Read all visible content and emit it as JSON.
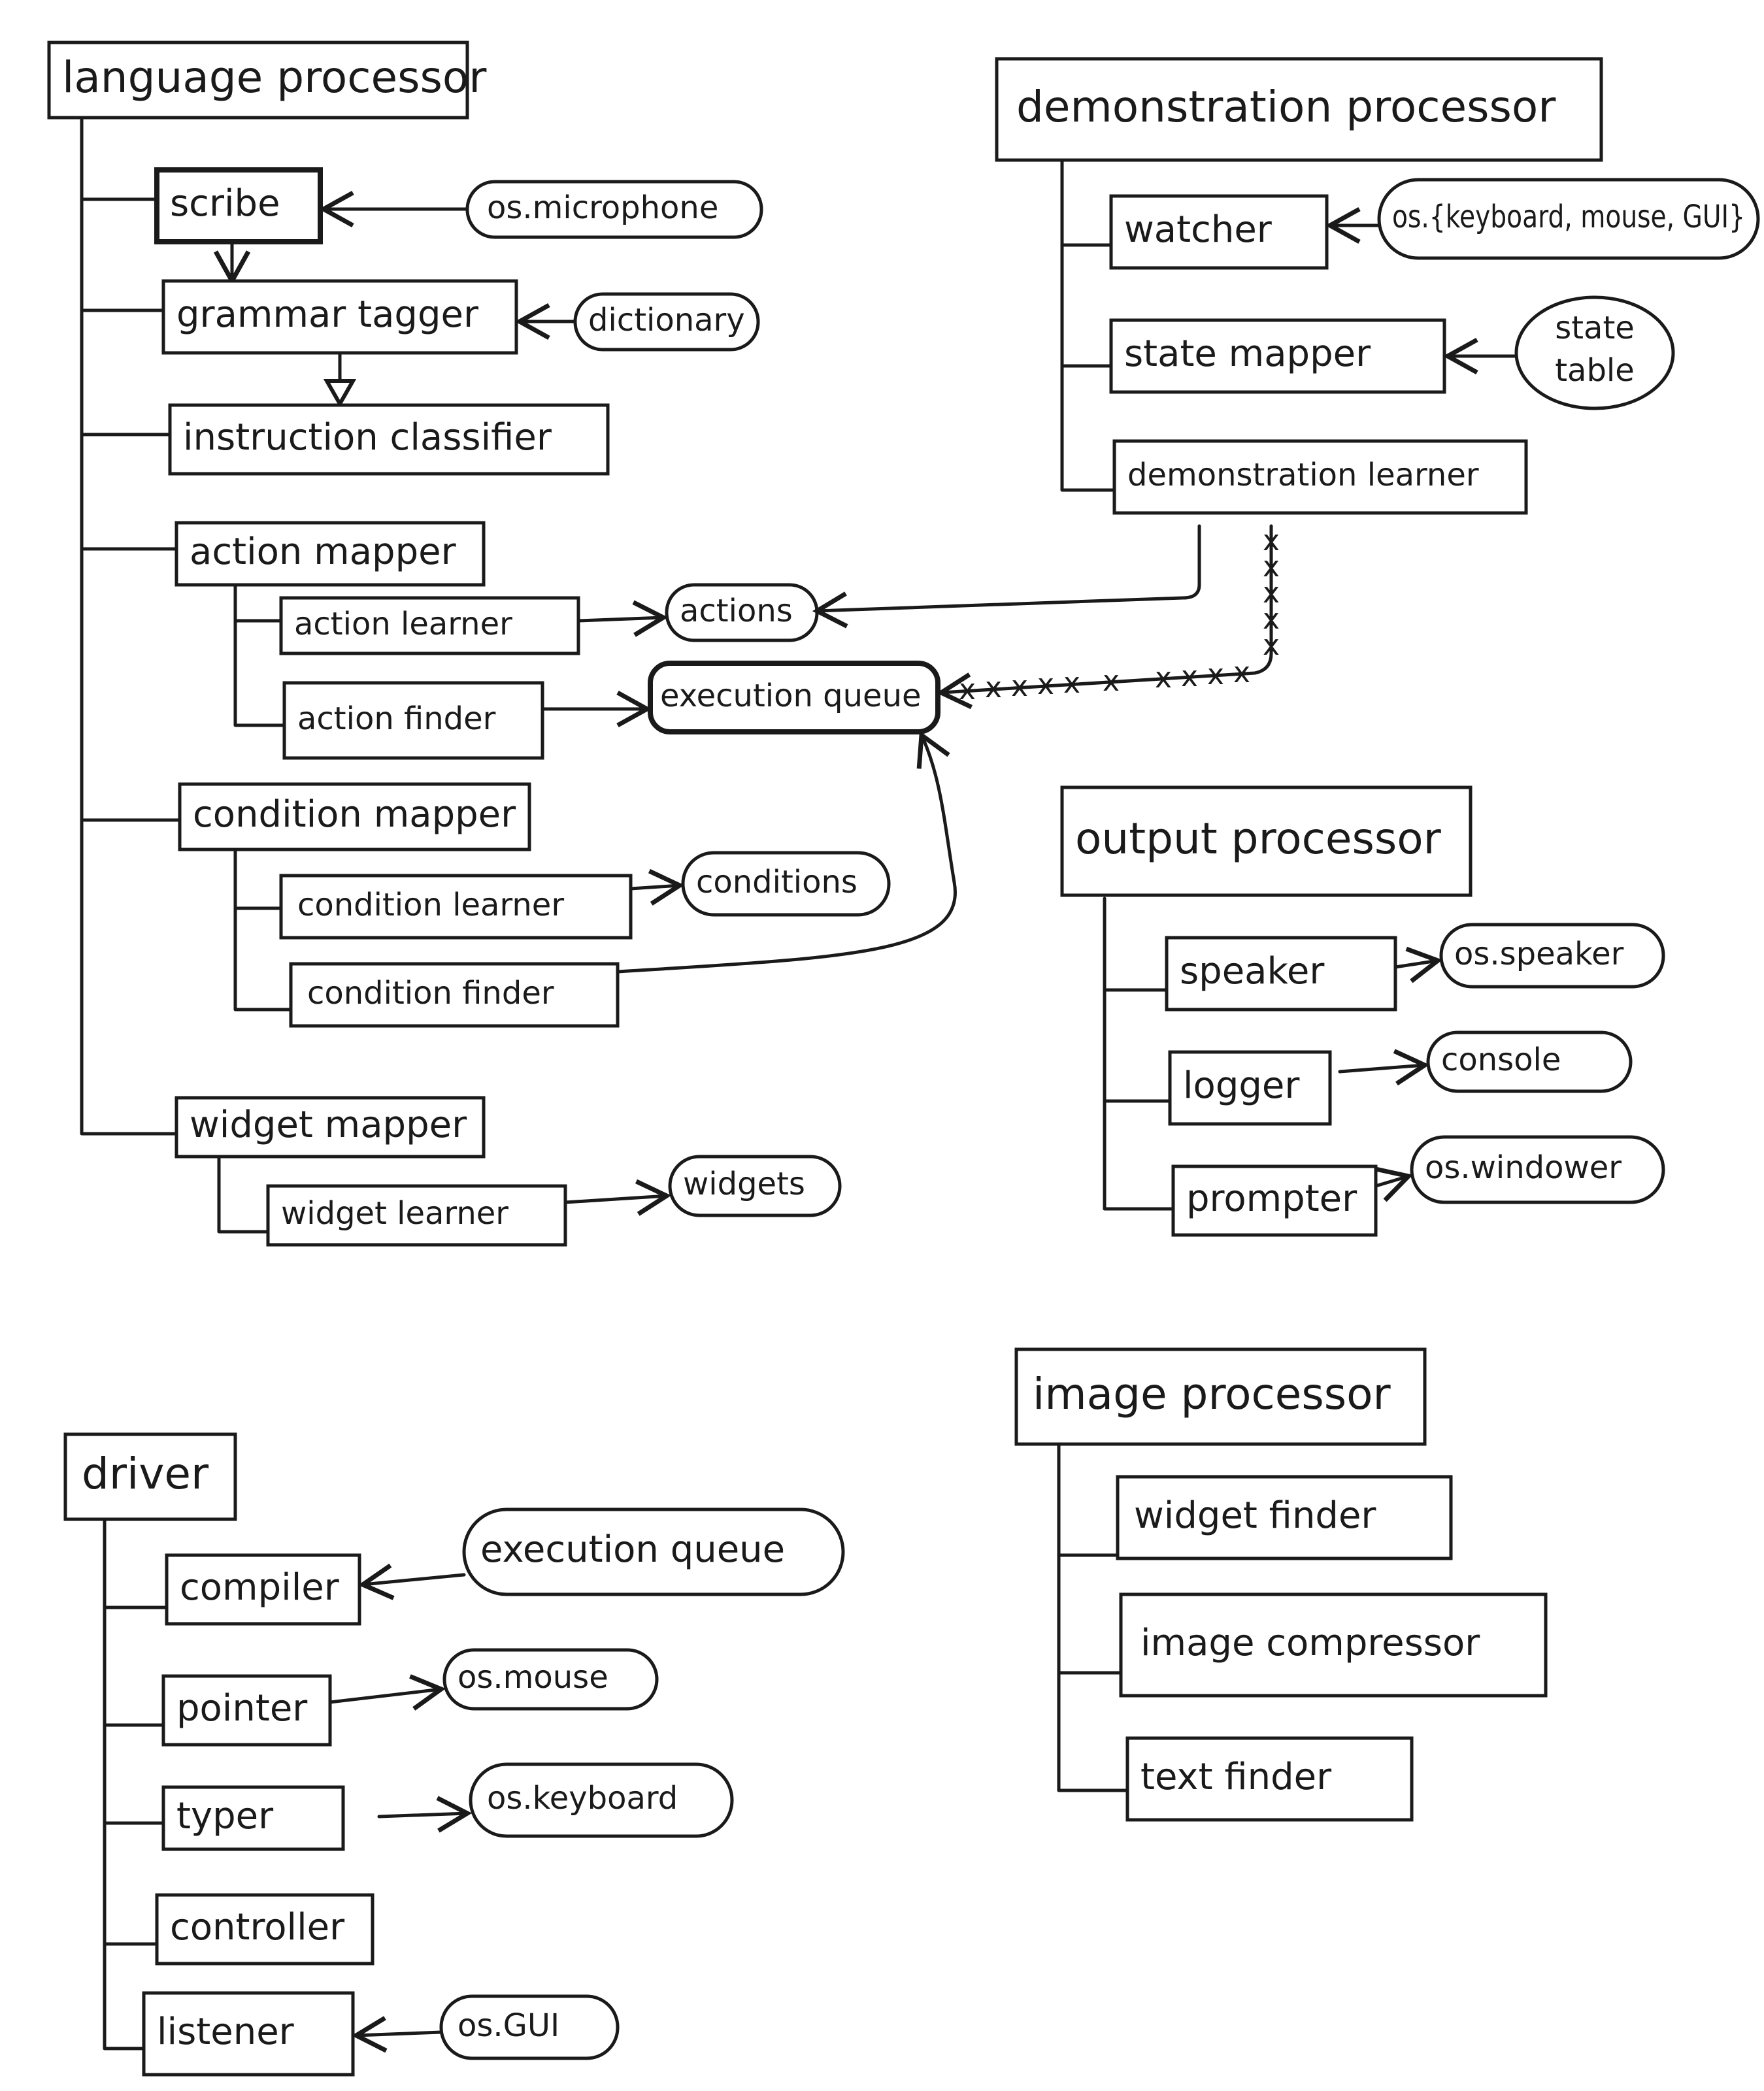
{
  "language_processor": {
    "title": "language processor",
    "scribe": "scribe",
    "os_microphone": "os.microphone",
    "grammar_tagger": "grammar tagger",
    "dictionary": "dictionary",
    "instruction_classifier": "instruction classifier",
    "action_mapper": "action mapper",
    "action_learner": "action learner",
    "actions": "actions",
    "action_finder": "action finder",
    "execution_queue": "execution queue",
    "condition_mapper": "condition mapper",
    "condition_learner": "condition learner",
    "conditions": "conditions",
    "condition_finder": "condition finder",
    "widget_mapper": "widget mapper",
    "widget_learner": "widget learner",
    "widgets": "widgets"
  },
  "demonstration_processor": {
    "title": "demonstration processor",
    "watcher": "watcher",
    "os_inputs": "os.{keyboard, mouse, GUI}",
    "state_mapper": "state mapper",
    "state_table_line1": "state",
    "state_table_line2": "table",
    "demonstration_learner": "demonstration learner"
  },
  "output_processor": {
    "title": "output processor",
    "speaker": "speaker",
    "os_speaker": "os.speaker",
    "logger": "logger",
    "console": "console",
    "prompter": "prompter",
    "os_windower": "os.windower"
  },
  "driver": {
    "title": "driver",
    "compiler": "compiler",
    "execution_queue": "execution queue",
    "pointer": "pointer",
    "os_mouse": "os.mouse",
    "typer": "typer",
    "os_keyboard": "os.keyboard",
    "controller": "controller",
    "listener": "listener",
    "os_gui": "os.GUI"
  },
  "image_processor": {
    "title": "image processor",
    "widget_finder": "widget finder",
    "image_compressor": "image compressor",
    "text_finder": "text finder"
  },
  "link_mark": "x"
}
